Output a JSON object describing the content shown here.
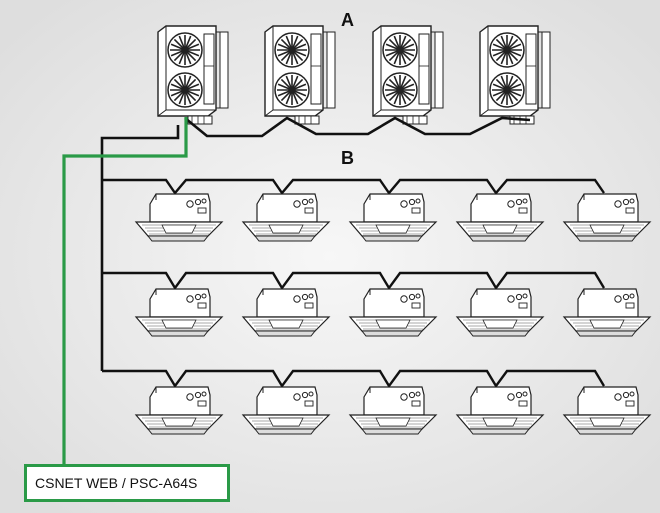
{
  "labels": {
    "outdoor_group": "A",
    "indoor_group": "B",
    "controller": "CSNET WEB / PSC-A64S"
  },
  "diagram": {
    "outdoor_units": 4,
    "indoor_rows": 3,
    "indoor_units_per_row": 5,
    "colors": {
      "background": "#ececec",
      "wiring": "#111111",
      "controller_wiring": "#2a9a47",
      "unit_stroke": "#222222",
      "unit_fill": "#ffffff"
    }
  }
}
